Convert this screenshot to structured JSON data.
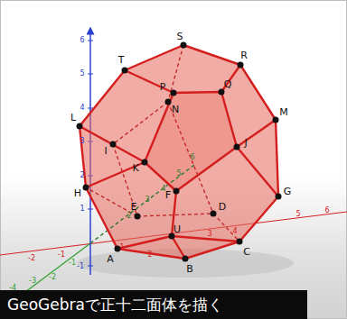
{
  "diagram": {
    "caption": "GeoGebraで正十二面体を描く",
    "labels": [
      "T",
      "S",
      "R",
      "P",
      "N",
      "Q",
      "M",
      "L",
      "I",
      "K",
      "J",
      "G",
      "H",
      "E",
      "F",
      "D",
      "U",
      "C",
      "A",
      "B",
      "6",
      "5",
      "4",
      "3",
      "2",
      "1",
      "-1",
      "-2",
      "-1",
      "1",
      "2",
      "3",
      "4",
      "5",
      "6",
      "-1",
      "-2",
      "-3",
      "-4",
      "2",
      "3",
      "4",
      "5",
      "6"
    ]
  }
}
